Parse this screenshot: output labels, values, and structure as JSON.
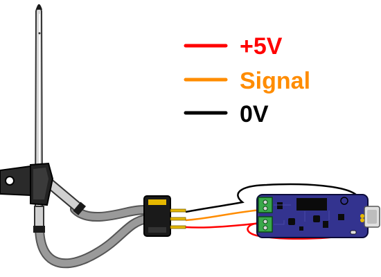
{
  "legend": [
    {
      "label": "+5V",
      "color": "#ff0000"
    },
    {
      "label": "Signal",
      "color": "#ff8c00"
    },
    {
      "label": "0V",
      "color": "#000000"
    }
  ],
  "colors": {
    "cable_sheath": "#9a9a9a",
    "cable_sheath_edge": "#555555",
    "board": "#33338f",
    "board_edge": "#0c0c3a",
    "terminal_block": "#3aa84a",
    "connector": "#1a1a1a",
    "connector_pins": "#e6b800",
    "probe_body": "#d8d8d8",
    "clamp": "#222222",
    "usb": "#e0e0e0"
  }
}
